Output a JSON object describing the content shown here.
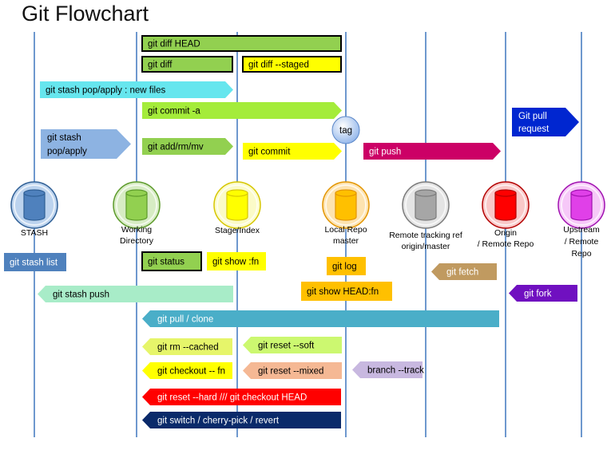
{
  "title": "Git Flowchart",
  "colors": {
    "lane": "#4a7fc1"
  },
  "lanes": [
    {
      "id": "stash",
      "label_lines": [
        "STASH"
      ],
      "fill": "#4f81bd",
      "body": "#2f5f95",
      "ring": "#bcd3ee"
    },
    {
      "id": "working",
      "label_lines": [
        "Working",
        "Directory"
      ],
      "fill": "#92d050",
      "body": "#5c9a2a",
      "ring": "#d7ecc4"
    },
    {
      "id": "stage",
      "label_lines": [
        "Stage/Index"
      ],
      "fill": "#ffff00",
      "body": "#d6c600",
      "ring": "#fbfbc8"
    },
    {
      "id": "local",
      "label_lines": [
        "Local Repo",
        "master"
      ],
      "fill": "#ffc000",
      "body": "#e39500",
      "ring": "#fde3b0"
    },
    {
      "id": "remote",
      "label_lines": [
        "Remote tracking ref",
        "origin/master"
      ],
      "fill": "#a6a6a6",
      "body": "#7a7a7a",
      "ring": "#e4e4e4"
    },
    {
      "id": "origin",
      "label_lines": [
        "Origin",
        "/ Remote   Repo"
      ],
      "fill": "#ff0000",
      "body": "#b30000",
      "ring": "#f9c8c8"
    },
    {
      "id": "upstream",
      "label_lines": [
        "Upstream",
        "/ Remote",
        "Repo"
      ],
      "fill": "#e040e8",
      "body": "#a010b0",
      "ring": "#f6c8f8"
    }
  ],
  "commands": [
    {
      "id": "git-diff-head",
      "label": "git diff HEAD",
      "fill": "#92d050",
      "text": "#000000",
      "border": "#000000"
    },
    {
      "id": "git-diff",
      "label": "git diff",
      "fill": "#92d050",
      "text": "#000000",
      "border": "#000000"
    },
    {
      "id": "git-diff-staged",
      "label": "git diff --staged",
      "fill": "#ffff00",
      "text": "#000000",
      "border": "#000000"
    },
    {
      "id": "git-stash-pop-new",
      "label": "git stash pop/apply  : new files",
      "fill": "#66e6ee",
      "text": "#000000"
    },
    {
      "id": "git-commit-a",
      "label": "git commit -a",
      "fill": "#a4ec3a",
      "text": "#000000"
    },
    {
      "id": "git-pull-request",
      "label_lines": [
        "Git pull",
        "request"
      ],
      "fill": "#0026d0",
      "text": "#ffffff"
    },
    {
      "id": "git-stash-pop",
      "label_lines": [
        "git stash",
        "pop/apply"
      ],
      "fill": "#8db3e2",
      "text": "#000000"
    },
    {
      "id": "git-add",
      "label": "git add/rm/mv",
      "fill": "#92d050",
      "text": "#000000"
    },
    {
      "id": "git-commit",
      "label": "git commit",
      "fill": "#ffff00",
      "text": "#000000"
    },
    {
      "id": "git-push",
      "label": "git push",
      "fill": "#cc0066",
      "text": "#ffffff"
    },
    {
      "id": "git-stash-list",
      "label": "git stash list",
      "fill": "#4f81bd",
      "text": "#ffffff"
    },
    {
      "id": "git-status",
      "label": "git status",
      "fill": "#92d050",
      "text": "#000000",
      "border": "#000000"
    },
    {
      "id": "git-show-fn",
      "label": "git show :fn",
      "fill": "#ffff00",
      "text": "#000000"
    },
    {
      "id": "git-log",
      "label": "git log",
      "fill": "#ffc000",
      "text": "#000000"
    },
    {
      "id": "git-fetch",
      "label": "git fetch",
      "fill": "#c09a60",
      "text": "#ffffff"
    },
    {
      "id": "git-stash-push",
      "label": "git stash push",
      "fill": "#a8ecc8",
      "text": "#000000"
    },
    {
      "id": "git-show-head-fn",
      "label": "git show HEAD:fn",
      "fill": "#ffc000",
      "text": "#000000"
    },
    {
      "id": "git-fork",
      "label": "git fork",
      "fill": "#7010c0",
      "text": "#ffffff"
    },
    {
      "id": "git-pull-clone",
      "label": "git pull / clone",
      "fill": "#4aaec8",
      "text": "#ffffff"
    },
    {
      "id": "git-rm-cached",
      "label": "git rm --cached",
      "fill": "#e6f56a",
      "text": "#000000"
    },
    {
      "id": "git-reset-soft",
      "label": "git reset --soft",
      "fill": "#ccf870",
      "text": "#000000"
    },
    {
      "id": "git-checkout-fn",
      "label": "git checkout -- fn",
      "fill": "#ffff00",
      "text": "#000000"
    },
    {
      "id": "git-reset-mixed",
      "label": "git reset --mixed",
      "fill": "#f5b894",
      "text": "#000000"
    },
    {
      "id": "branch-track",
      "label": "branch --track",
      "fill": "#c8b8e0",
      "text": "#000000"
    },
    {
      "id": "git-reset-hard",
      "label": "git reset --hard   /// git checkout HEAD",
      "fill": "#ff0000",
      "text": "#ffffff"
    },
    {
      "id": "git-switch",
      "label": "git switch / cherry-pick / revert",
      "fill": "#0a2a6a",
      "text": "#ffffff"
    }
  ],
  "tag": {
    "label": "tag"
  }
}
